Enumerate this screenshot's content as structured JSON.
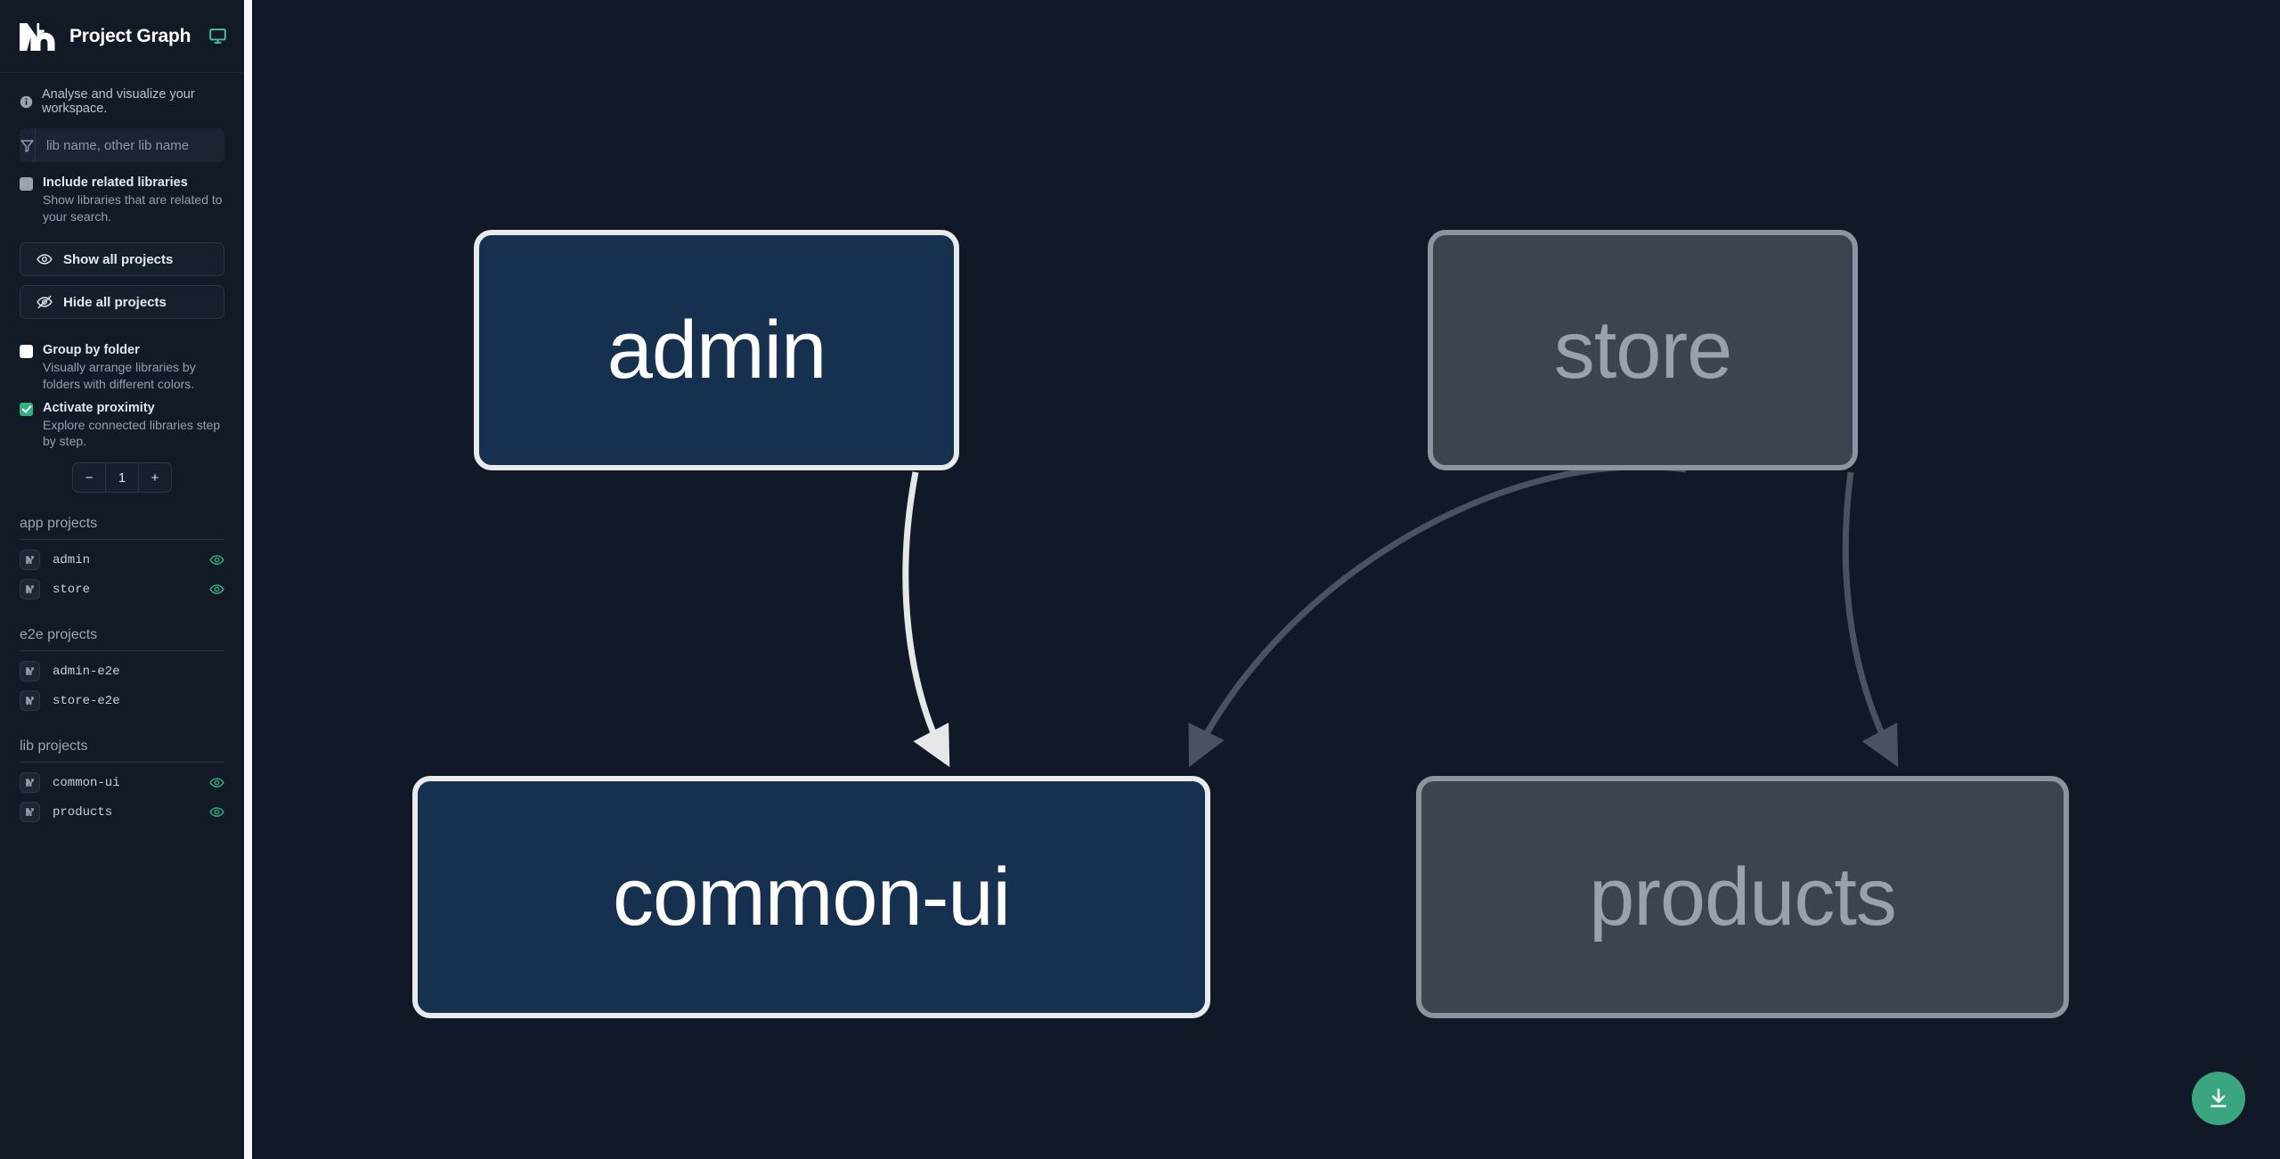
{
  "header": {
    "logo_icon": "nx-logo-icon",
    "title": "Project Graph",
    "monitor_icon": "monitor-icon"
  },
  "tagline": {
    "info_icon": "info-icon",
    "text": "Analyse and visualize your workspace."
  },
  "search": {
    "filter_icon": "filter-icon",
    "placeholder": "lib name, other lib name",
    "value": ""
  },
  "options": [
    {
      "id": "include-related-libraries",
      "label": "Include related libraries",
      "description": "Show libraries that are related to your search.",
      "checked": false,
      "style": "gray"
    },
    {
      "id": "group-by-folder",
      "label": "Group by folder",
      "description": "Visually arrange libraries by folders with different colors.",
      "checked": false,
      "style": "white"
    },
    {
      "id": "activate-proximity",
      "label": "Activate proximity",
      "description": "Explore connected libraries step by step.",
      "checked": true,
      "style": "green"
    }
  ],
  "buttons": {
    "show_all": {
      "label": "Show all projects",
      "icon": "eye-icon"
    },
    "hide_all": {
      "label": "Hide all projects",
      "icon": "eye-off-icon"
    }
  },
  "stepper": {
    "decrement_label": "−",
    "value": "1",
    "increment_label": "+"
  },
  "project_sections": [
    {
      "title": "app projects",
      "projects": [
        {
          "name": "admin",
          "visible": true
        },
        {
          "name": "store",
          "visible": true
        }
      ]
    },
    {
      "title": "e2e projects",
      "projects": [
        {
          "name": "admin-e2e",
          "visible": false
        },
        {
          "name": "store-e2e",
          "visible": false
        }
      ]
    },
    {
      "title": "lib projects",
      "projects": [
        {
          "name": "common-ui",
          "visible": true
        },
        {
          "name": "products",
          "visible": true
        }
      ]
    }
  ],
  "graph": {
    "nodes": [
      {
        "id": "admin",
        "label": "admin",
        "state": "focused"
      },
      {
        "id": "store",
        "label": "store",
        "state": "dim"
      },
      {
        "id": "common-ui",
        "label": "common-ui",
        "state": "focused"
      },
      {
        "id": "products",
        "label": "products",
        "state": "dim"
      }
    ],
    "edges": [
      {
        "from": "admin",
        "to": "common-ui",
        "state": "focused"
      },
      {
        "from": "store",
        "to": "common-ui",
        "state": "dim"
      },
      {
        "from": "store",
        "to": "products",
        "state": "dim"
      }
    ]
  },
  "download_button": {
    "icon": "download-icon",
    "label": ""
  },
  "colors": {
    "canvas_bg": "#111827",
    "sidebar_bg": "#131a27",
    "accent_green": "#3aa680",
    "node_focused_fill": "#16304f",
    "node_focused_border": "#e8eaec",
    "node_dim_fill": "#3d444f",
    "node_dim_border": "#8b94a0",
    "edge_focused": "#e5e7e9",
    "edge_dim": "#4a5160"
  }
}
